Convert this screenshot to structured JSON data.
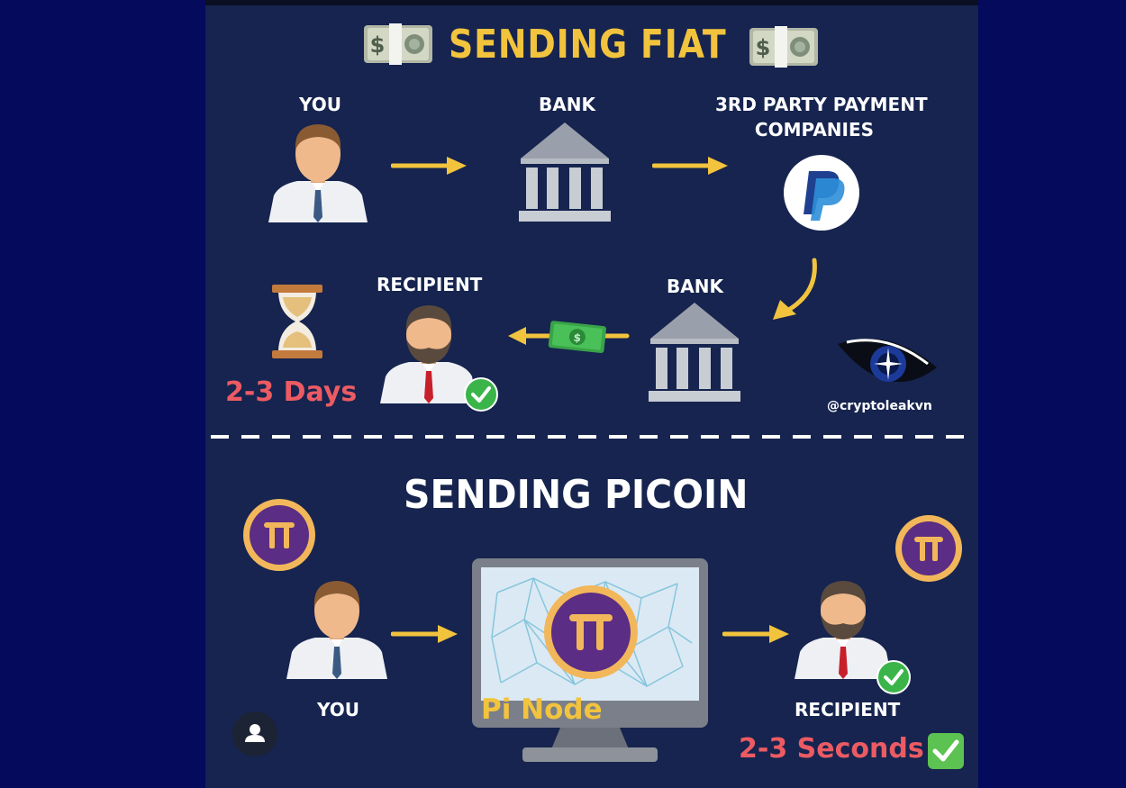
{
  "fiat": {
    "title": "SENDING FIAT",
    "labels": {
      "you": "YOU",
      "bank1": "BANK",
      "third_party_line1": "3RD PARTY PAYMENT",
      "third_party_line2": "COMPANIES",
      "recipient": "RECIPIENT",
      "bank2": "BANK"
    },
    "duration": "2-3 Days",
    "icons": [
      "money-icon",
      "person-icon",
      "bank-icon",
      "paypal-icon",
      "hourglass-icon",
      "check-icon"
    ]
  },
  "watermark": {
    "handle": "@cryptoleakvn"
  },
  "picoin": {
    "title": "SENDING PICOIN",
    "labels": {
      "you": "YOU",
      "node": "Pi Node",
      "recipient": "RECIPIENT"
    },
    "duration": "2-3 Seconds",
    "icons": [
      "pi-coin-icon",
      "monitor-icon",
      "check-icon"
    ]
  },
  "colors": {
    "background": "#050a5c",
    "panel": "#16244f",
    "accent_yellow": "#f2c33d",
    "duration_red": "#ec5b63",
    "pi_purple": "#5b2d84",
    "check_green": "#3bb54a"
  }
}
